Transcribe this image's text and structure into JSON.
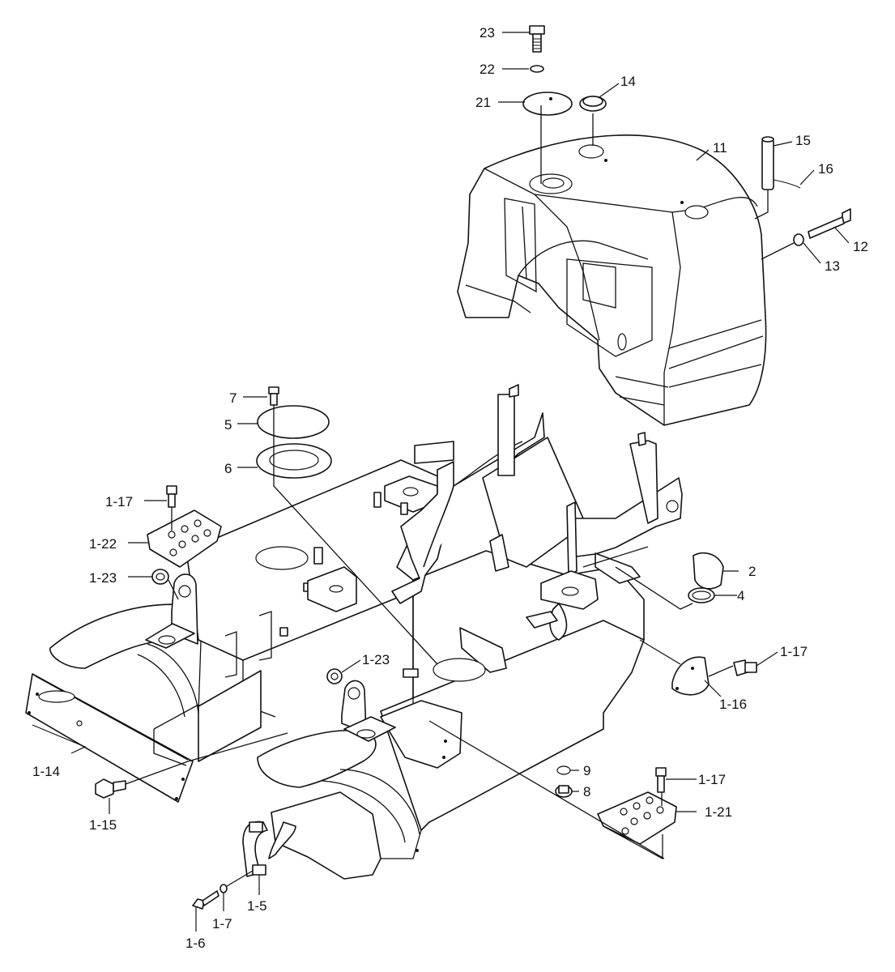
{
  "callouts": {
    "c23": "23",
    "c22": "22",
    "c21": "21",
    "c14": "14",
    "c11": "11",
    "c15": "15",
    "c16": "16",
    "c12": "12",
    "c13": "13",
    "c7": "7",
    "c5": "5",
    "c6": "6",
    "c1_17a": "1-17",
    "c1_22": "1-22",
    "c1_23a": "1-23",
    "c2": "2",
    "c4": "4",
    "c1_17b": "1-17",
    "c1_16": "1-16",
    "c1_23b": "1-23",
    "c1_14": "1-14",
    "c9": "9",
    "c8": "8",
    "c1_17c": "1-17",
    "c1_21": "1-21",
    "c1_15": "1-15",
    "c1_5": "1-5",
    "c1_7": "1-7",
    "c1_6": "1-6"
  }
}
